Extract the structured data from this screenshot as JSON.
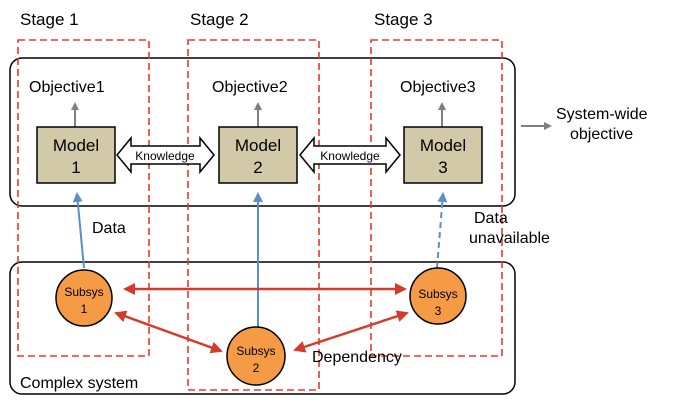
{
  "stages": [
    {
      "label": "Stage 1"
    },
    {
      "label": "Stage 2"
    },
    {
      "label": "Stage 3"
    }
  ],
  "objectives": [
    "Objective1",
    "Objective2",
    "Objective3"
  ],
  "models": [
    {
      "line1": "Model",
      "line2": "1"
    },
    {
      "line1": "Model",
      "line2": "2"
    },
    {
      "line1": "Model",
      "line2": "3"
    }
  ],
  "knowledge_label": "Knowledge",
  "system_wide": {
    "line1": "System-wide",
    "line2": "objective"
  },
  "data_label": "Data",
  "data_unavailable": {
    "line1": "Data",
    "line2": "unavailable"
  },
  "subsystems": [
    {
      "line1": "Subsys",
      "line2": "1"
    },
    {
      "line1": "Subsys",
      "line2": "2"
    },
    {
      "line1": "Subsys",
      "line2": "3"
    }
  ],
  "dependency_label": "Dependency",
  "complex_system_label": "Complex system",
  "colors": {
    "stage_border": "#e8382e",
    "model_fill": "#d2c9a8",
    "subsys_fill": "#f59b45",
    "data_arrow": "#5b8fc9",
    "dependency_arrow": "#d63a2a",
    "objective_arrow": "#7f7f7f"
  }
}
